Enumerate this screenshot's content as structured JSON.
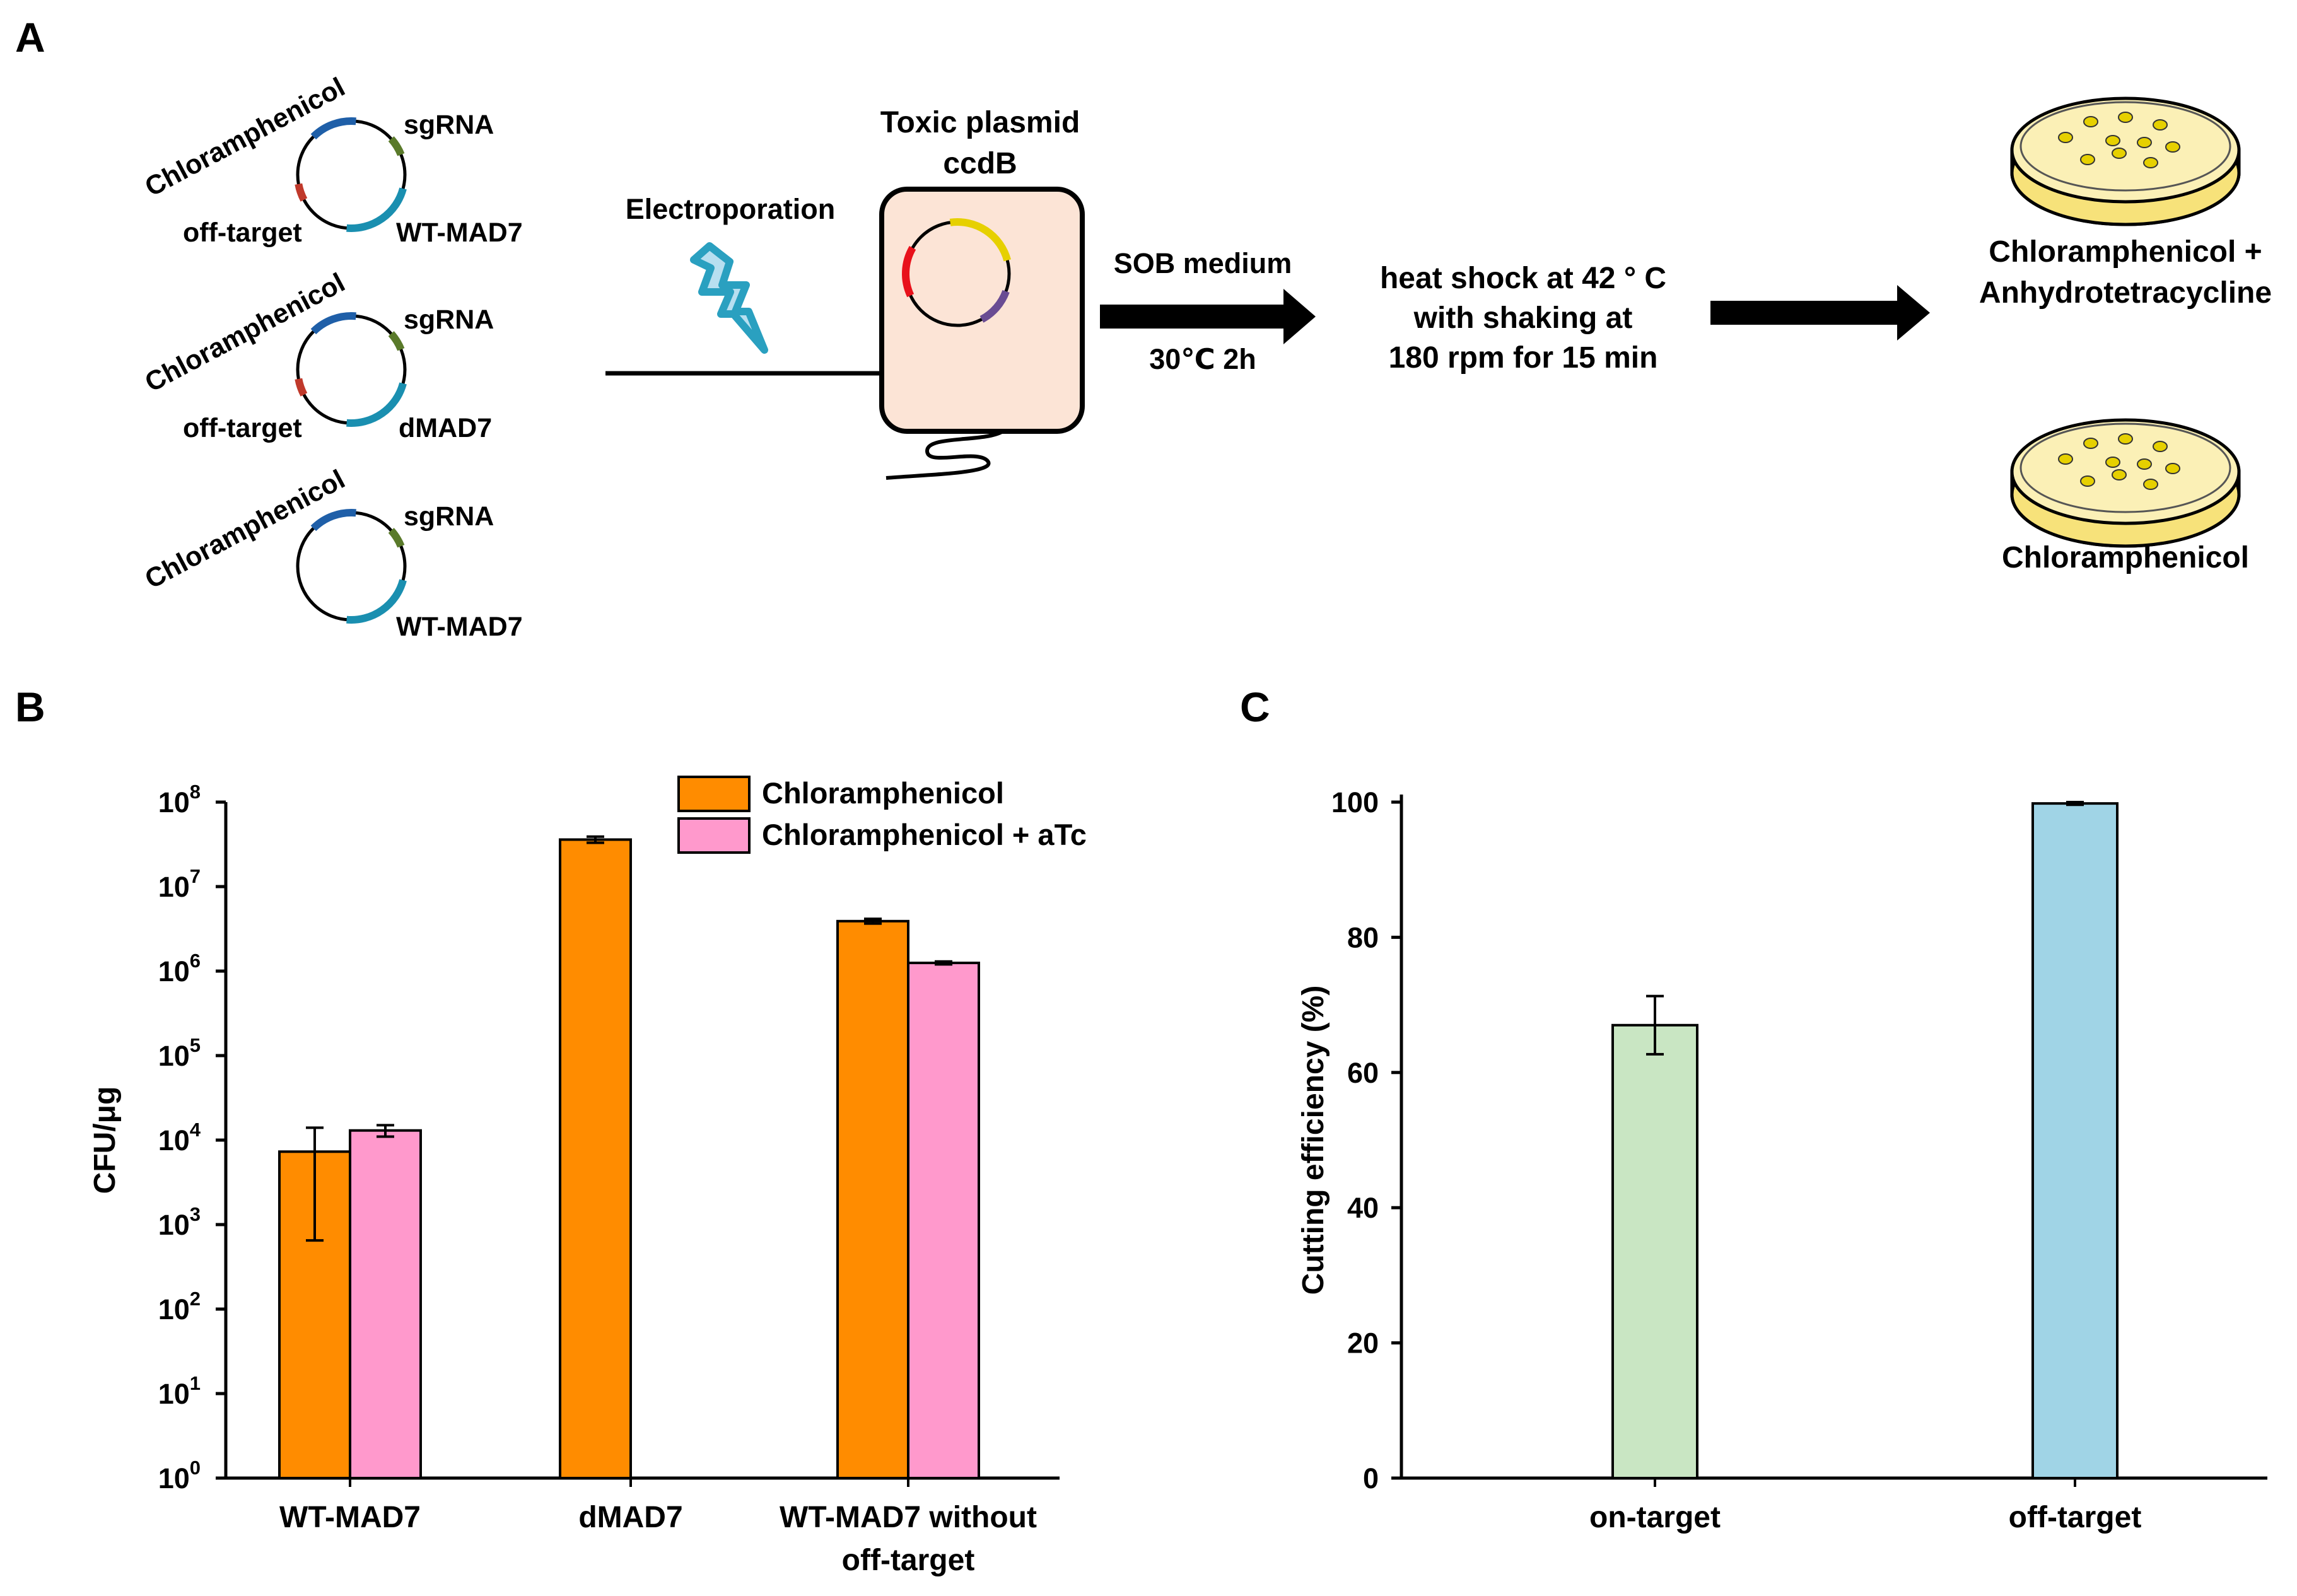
{
  "panels": {
    "a": "A",
    "b": "B",
    "c": "C"
  },
  "diagram": {
    "plasmids": [
      {
        "resistance": "Chloramphenicol",
        "guide": "sgRNA",
        "target": "off-target",
        "nuclease": "WT-MAD7"
      },
      {
        "resistance": "Chloramphenicol",
        "guide": "sgRNA",
        "target": "off-target",
        "nuclease": "dMAD7"
      },
      {
        "resistance": "Chloramphenicol",
        "guide": "sgRNA",
        "nuclease": "WT-MAD7"
      }
    ],
    "electroporation": "Electroporation",
    "toxic_plasmid_lines": [
      "Toxic plasmid",
      "ccdB"
    ],
    "medium": "SOB medium",
    "incubation": "30℃ 2h",
    "heat_shock_lines": [
      "heat shock at 42 ° C",
      "with shaking at",
      "180 rpm for 15 min"
    ],
    "plate_top_lines": [
      "Chloramphenicol +",
      "Anhydrotetracycline"
    ],
    "plate_bottom": "Chloramphenicol",
    "colors": {
      "resistance": "#1f5fa8",
      "guide": "#5a7a2a",
      "target": "#c0392b",
      "nuclease": "#1a8fb0",
      "cell_fill": "#fce4d6",
      "ring_yellow": "#e6d000",
      "ring_red": "#e8111b",
      "ring_purple": "#6a4c93",
      "bolt": "#2aa0c0",
      "agar": "#f7e27a",
      "colony": "#e6d000"
    }
  },
  "chart_data": [
    {
      "type": "bar",
      "ylabel": "CFU/μg",
      "yscale": "log",
      "ylim": [
        1,
        100000000
      ],
      "y_ticks": [
        {
          "base": "10",
          "exp": "0",
          "value": 1
        },
        {
          "base": "10",
          "exp": "1",
          "value": 10
        },
        {
          "base": "10",
          "exp": "2",
          "value": 100
        },
        {
          "base": "10",
          "exp": "3",
          "value": 1000
        },
        {
          "base": "10",
          "exp": "4",
          "value": 10000
        },
        {
          "base": "10",
          "exp": "5",
          "value": 100000
        },
        {
          "base": "10",
          "exp": "6",
          "value": 1000000
        },
        {
          "base": "10",
          "exp": "7",
          "value": 10000000
        },
        {
          "base": "10",
          "exp": "8",
          "value": 100000000
        }
      ],
      "categories": [
        [
          "WT-MAD7"
        ],
        [
          "dMAD7"
        ],
        [
          "WT-MAD7 without",
          "off-target"
        ]
      ],
      "series": [
        {
          "name": "Chloramphenicol",
          "color": "#ff8c00",
          "values": [
            7300,
            36000000,
            3900000
          ],
          "err_low": [
            650,
            33000000,
            3650000
          ],
          "err_high": [
            14000,
            39000000,
            4150000
          ]
        },
        {
          "name": "Chloramphenicol + aTc",
          "color": "#ff99cc",
          "values": [
            13000,
            null,
            1250000
          ],
          "err_low": [
            11000,
            null,
            1200000
          ],
          "err_high": [
            15000,
            null,
            1300000
          ]
        }
      ],
      "legend": "top-right"
    },
    {
      "type": "bar",
      "ylabel": "Cutting efficiency (%)",
      "ylim": [
        0,
        100
      ],
      "y_ticks": [
        0,
        20,
        40,
        60,
        80,
        100
      ],
      "categories": [
        "on-target",
        "off-target"
      ],
      "values": [
        67,
        99.8
      ],
      "errors": [
        4.3,
        0.2
      ],
      "colors": [
        "#c9e6c3",
        "#a0d4e6"
      ]
    }
  ]
}
